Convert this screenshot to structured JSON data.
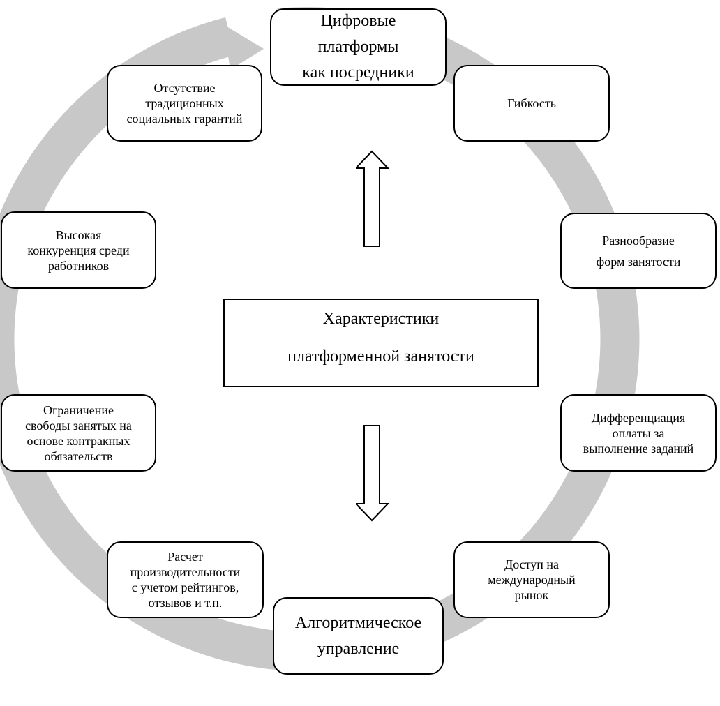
{
  "center": {
    "lines": [
      "Характеристики",
      "платформенной занятости"
    ]
  },
  "nodes": [
    {
      "id": "digital-platforms",
      "lines": [
        "Цифровые",
        "платформы",
        "как посредники"
      ]
    },
    {
      "id": "flexibility",
      "lines": [
        "Гибкость"
      ]
    },
    {
      "id": "employment-diversity",
      "lines": [
        "Разнообразие",
        "форм занятости"
      ]
    },
    {
      "id": "pay-differentiation",
      "lines": [
        "Дифференциация",
        "оплаты за",
        "выполнение заданий"
      ]
    },
    {
      "id": "international-market",
      "lines": [
        "Доступ на",
        "международный",
        "рынок"
      ]
    },
    {
      "id": "algorithmic-management",
      "lines": [
        "Алгоритмическое",
        "управление"
      ]
    },
    {
      "id": "productivity-calculation",
      "lines": [
        "Расчет",
        "производительности",
        "с учетом рейтингов,",
        "отзывов и т.п."
      ]
    },
    {
      "id": "freedom-restriction",
      "lines": [
        "Ограничение",
        "свободы занятых на",
        "основе контракных",
        "обязательств"
      ]
    },
    {
      "id": "high-competition",
      "lines": [
        "Высокая",
        "конкуренция среди",
        "работников"
      ]
    },
    {
      "id": "no-social-guarantees",
      "lines": [
        "Отсутствие",
        "традиционных",
        "социальных гарантий"
      ]
    }
  ],
  "colors": {
    "ring": "#c8c8c8",
    "stroke": "#000000"
  }
}
